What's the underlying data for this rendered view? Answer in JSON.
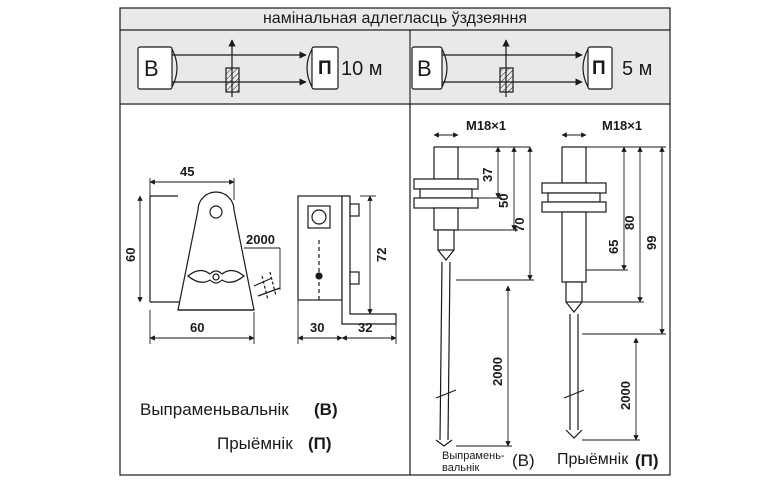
{
  "header": {
    "title": "намінальная адлегласць ўздзеяння"
  },
  "range_panels": [
    {
      "emitter_letter": "В",
      "receiver_letter": "П",
      "distance": "10 м"
    },
    {
      "emitter_letter": "В",
      "receiver_letter": "П",
      "distance": "5 м"
    }
  ],
  "bracket_drawing": {
    "dims": {
      "top_width": "45",
      "height": "60",
      "cable": "2000",
      "base_width": "60",
      "side_height": "72",
      "side_base_a": "30",
      "side_base_b": "32"
    }
  },
  "emitter_drawing": {
    "thread": "M18×1",
    "dims": [
      "37",
      "50",
      "70",
      "2000"
    ],
    "caption_line1": "Выпрамень-",
    "caption_line2": "вальнік",
    "letter": "(В)"
  },
  "receiver_drawing": {
    "thread": "M18×1",
    "dims": [
      "65",
      "80",
      "99",
      "2000"
    ],
    "caption": "Прыёмнік",
    "letter": "(П)"
  },
  "legend": {
    "emitter_label": "Выпраменьвальнік",
    "emitter_letter": "(В)",
    "receiver_label": "Прыёмнік",
    "receiver_letter": "(П)"
  },
  "colors": {
    "line": "#1a1a1a",
    "panel_bg": "#e9e9e9",
    "background": "#ffffff"
  }
}
